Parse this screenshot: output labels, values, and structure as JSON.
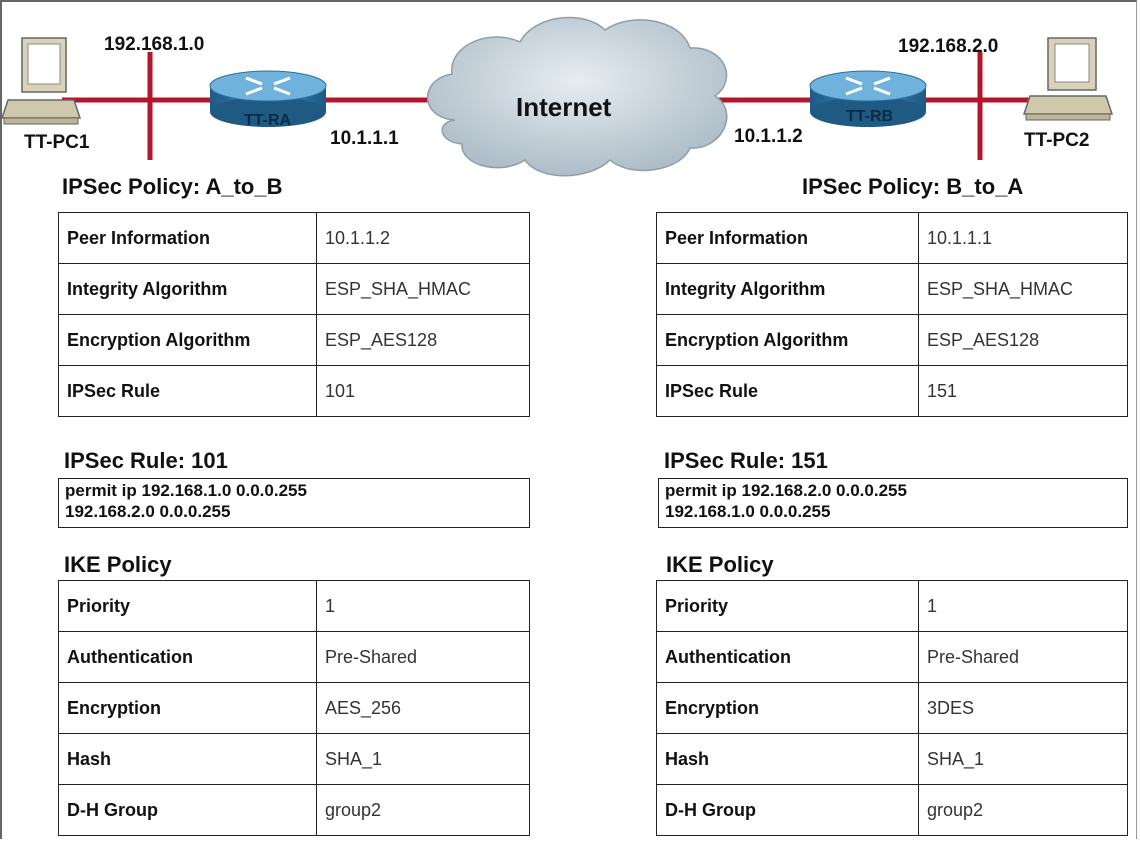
{
  "topology": {
    "left_network": "192.168.1.0",
    "right_network": "192.168.2.0",
    "left_pc": "TT-PC1",
    "right_pc": "TT-PC2",
    "left_router": "TT-RA",
    "right_router": "TT-RB",
    "left_wan_ip": "10.1.1.1",
    "right_wan_ip": "10.1.1.2",
    "cloud": "Internet"
  },
  "left": {
    "policy_title": "IPSec Policy: A_to_B",
    "policy_rows": [
      {
        "key": "Peer Information",
        "value": "10.1.1.2"
      },
      {
        "key": "Integrity Algorithm",
        "value": "ESP_SHA_HMAC"
      },
      {
        "key": "Encryption Algorithm",
        "value": "ESP_AES128"
      },
      {
        "key": "IPSec Rule",
        "value": "101"
      }
    ],
    "rule_title": "IPSec Rule: 101",
    "rule_line1": "permit ip 192.168.1.0 0.0.0.255",
    "rule_line2": "192.168.2.0 0.0.0.255",
    "ike_title": "IKE Policy",
    "ike_rows": [
      {
        "key": "Priority",
        "value": "1"
      },
      {
        "key": "Authentication",
        "value": "Pre-Shared"
      },
      {
        "key": "Encryption",
        "value": "AES_256"
      },
      {
        "key": "Hash",
        "value": "SHA_1"
      },
      {
        "key": "D-H Group",
        "value": "group2"
      }
    ]
  },
  "right": {
    "policy_title": "IPSec Policy: B_to_A",
    "policy_rows": [
      {
        "key": "Peer Information",
        "value": "10.1.1.1"
      },
      {
        "key": "Integrity Algorithm",
        "value": "ESP_SHA_HMAC"
      },
      {
        "key": "Encryption Algorithm",
        "value": "ESP_AES128"
      },
      {
        "key": "IPSec Rule",
        "value": "151"
      }
    ],
    "rule_title": "IPSec Rule: 151",
    "rule_line1": "permit ip 192.168.2.0 0.0.0.255",
    "rule_line2": "192.168.1.0 0.0.0.255",
    "ike_title": "IKE Policy",
    "ike_rows": [
      {
        "key": "Priority",
        "value": "1"
      },
      {
        "key": "Authentication",
        "value": "Pre-Shared"
      },
      {
        "key": "Encryption",
        "value": "3DES"
      },
      {
        "key": "Hash",
        "value": "SHA_1"
      },
      {
        "key": "D-H Group",
        "value": "group2"
      }
    ]
  },
  "colors": {
    "link": "#b5152a",
    "router_top": "#6fb3dc",
    "router_side": "#2d6f9e",
    "cloud": "#c7d3dc",
    "pc_body": "#d8d2b8"
  }
}
